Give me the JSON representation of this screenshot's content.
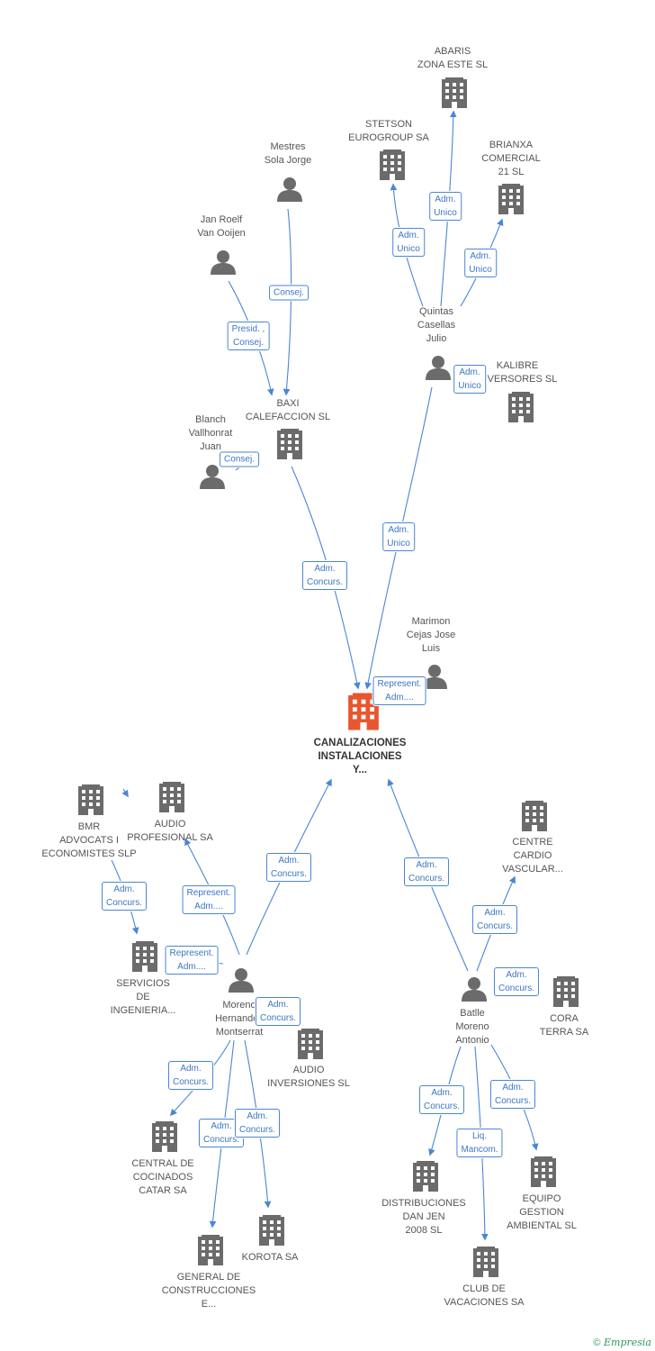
{
  "colors": {
    "edge": "#4a86d4",
    "node": "#6b6b6b",
    "center": "#e8562f",
    "badge_text": "#3d76c2"
  },
  "center": {
    "lines": [
      "CANALIZACIONES",
      "INSTALACIONES",
      "Y..."
    ]
  },
  "nodes": [
    {
      "id": "abaris",
      "kind": "company",
      "lines": [
        "ABARIS",
        "ZONA ESTE SL"
      ]
    },
    {
      "id": "stetson",
      "kind": "company",
      "lines": [
        "STETSON",
        "EUROGROUP SA"
      ]
    },
    {
      "id": "brianxa",
      "kind": "company",
      "lines": [
        "BRIANXA",
        "COMERCIAL",
        "21 SL"
      ]
    },
    {
      "id": "mestres",
      "kind": "person",
      "lines": [
        "Mestres",
        "Sola Jorge"
      ]
    },
    {
      "id": "janroelf",
      "kind": "person",
      "lines": [
        "Jan Roelf",
        "Van Ooijen"
      ]
    },
    {
      "id": "quintas",
      "kind": "person",
      "lines": [
        "Quintas",
        "Casellas",
        "Julio"
      ]
    },
    {
      "id": "kalibre",
      "kind": "company",
      "lines": [
        "KALIBRE",
        "INVERSORES SL"
      ]
    },
    {
      "id": "baxi",
      "kind": "company",
      "lines": [
        "BAXI",
        "CALEFACCION SL"
      ]
    },
    {
      "id": "blanch",
      "kind": "person",
      "lines": [
        "Blanch",
        "Vallhonrat",
        "Juan"
      ]
    },
    {
      "id": "marimon",
      "kind": "person",
      "lines": [
        "Marimon",
        "Cejas Jose",
        "Luis"
      ]
    },
    {
      "id": "bmr",
      "kind": "company",
      "lines": [
        "BMR",
        "ADVOCATS I",
        "ECONOMISTES SLP"
      ]
    },
    {
      "id": "audioprof",
      "kind": "company",
      "lines": [
        "AUDIO",
        "PROFESIONAL SA"
      ]
    },
    {
      "id": "servicios",
      "kind": "company",
      "lines": [
        "SERVICIOS",
        "DE",
        "INGENIERIA..."
      ]
    },
    {
      "id": "moreno",
      "kind": "person",
      "lines": [
        "Moreno",
        "Hernandez",
        "Montserrat"
      ]
    },
    {
      "id": "audioinv",
      "kind": "company",
      "lines": [
        "AUDIO",
        "INVERSIONES SL"
      ]
    },
    {
      "id": "centralcoc",
      "kind": "company",
      "lines": [
        "CENTRAL DE",
        "COCINADOS",
        "CATAR SA"
      ]
    },
    {
      "id": "korota",
      "kind": "company",
      "lines": [
        "KOROTA SA"
      ]
    },
    {
      "id": "general",
      "kind": "company",
      "lines": [
        "GENERAL DE",
        "CONSTRUCCIONES",
        "E..."
      ]
    },
    {
      "id": "centrecardio",
      "kind": "company",
      "lines": [
        "CENTRE",
        "CARDIO",
        "VASCULAR..."
      ]
    },
    {
      "id": "batlle",
      "kind": "person",
      "lines": [
        "Batlle",
        "Moreno",
        "Antonio"
      ]
    },
    {
      "id": "coraterra",
      "kind": "company",
      "lines": [
        "CORA",
        "TERRA SA"
      ]
    },
    {
      "id": "distribuciones",
      "kind": "company",
      "lines": [
        "DISTRIBUCIONES",
        "DAN JEN",
        "2008 SL"
      ]
    },
    {
      "id": "equipo",
      "kind": "company",
      "lines": [
        "EQUIPO",
        "GESTION",
        "AMBIENTAL SL"
      ]
    },
    {
      "id": "club",
      "kind": "company",
      "lines": [
        "CLUB DE",
        "VACACIONES SA"
      ]
    }
  ],
  "edges": [
    {
      "from": "quintas",
      "to": "abaris",
      "label": [
        "Adm.",
        "Unico"
      ]
    },
    {
      "from": "quintas",
      "to": "stetson",
      "label": [
        "Adm.",
        "Unico"
      ]
    },
    {
      "from": "quintas",
      "to": "brianxa",
      "label": [
        "Adm.",
        "Unico"
      ]
    },
    {
      "from": "quintas",
      "to": "kalibre",
      "label": [
        "Adm.",
        "Unico"
      ]
    },
    {
      "from": "mestres",
      "to": "baxi",
      "label": [
        "Consej."
      ]
    },
    {
      "from": "janroelf",
      "to": "baxi",
      "label": [
        "Presid. ,",
        "Consej."
      ]
    },
    {
      "from": "blanch",
      "to": "baxi",
      "label": [
        "Consej."
      ]
    },
    {
      "from": "baxi",
      "to": "center",
      "label": [
        "Adm.",
        "Concurs."
      ]
    },
    {
      "from": "quintas",
      "to": "center",
      "label": [
        "Adm.",
        "Unico"
      ]
    },
    {
      "from": "marimon",
      "to": "center",
      "label": [
        "Represent.",
        "Adm...."
      ]
    },
    {
      "from": "bmr",
      "to": "audioprof",
      "label": []
    },
    {
      "from": "bmr",
      "to": "servicios",
      "label": [
        "Adm.",
        "Concurs."
      ]
    },
    {
      "from": "moreno",
      "to": "audioprof",
      "label": [
        "Represent.",
        "Adm...."
      ]
    },
    {
      "from": "moreno",
      "to": "servicios",
      "label": [
        "Represent.",
        "Adm...."
      ]
    },
    {
      "from": "moreno",
      "to": "center",
      "label": [
        "Adm.",
        "Concurs."
      ]
    },
    {
      "from": "moreno",
      "to": "audioinv",
      "label": [
        "Adm.",
        "Concurs."
      ]
    },
    {
      "from": "moreno",
      "to": "centralcoc",
      "label": [
        "Adm.",
        "Concurs."
      ]
    },
    {
      "from": "moreno",
      "to": "general",
      "label": [
        "Adm.",
        "Concurs."
      ]
    },
    {
      "from": "moreno",
      "to": "korota",
      "label": [
        "Adm.",
        "Concurs."
      ]
    },
    {
      "from": "batlle",
      "to": "center",
      "label": [
        "Adm.",
        "Concurs."
      ]
    },
    {
      "from": "batlle",
      "to": "centrecardio",
      "label": [
        "Adm.",
        "Concurs."
      ]
    },
    {
      "from": "batlle",
      "to": "coraterra",
      "label": [
        "Adm.",
        "Concurs."
      ]
    },
    {
      "from": "batlle",
      "to": "distribuciones",
      "label": [
        "Adm.",
        "Concurs."
      ]
    },
    {
      "from": "batlle",
      "to": "club",
      "label": [
        "Liq.",
        "Mancom."
      ]
    },
    {
      "from": "batlle",
      "to": "equipo",
      "label": [
        "Adm.",
        "Concurs."
      ]
    }
  ],
  "watermark": {
    "symbol": "©",
    "brand": "Empresia"
  }
}
